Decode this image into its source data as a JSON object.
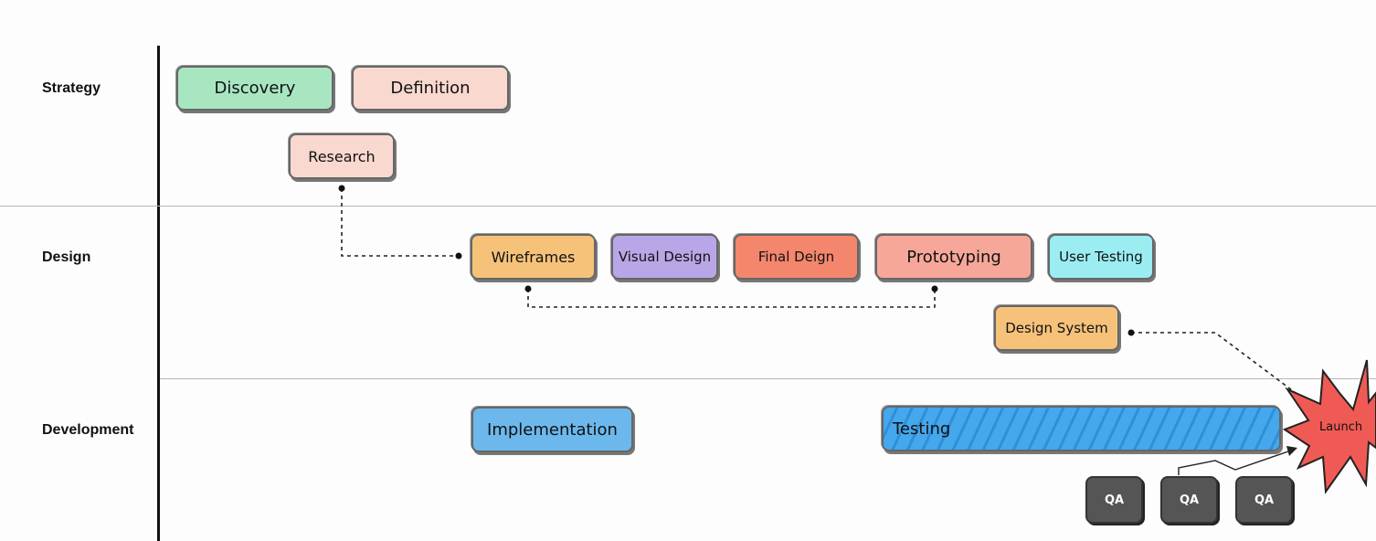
{
  "lanes": {
    "strategy": "Strategy",
    "design": "Design",
    "development": "Development"
  },
  "tasks": {
    "discovery": "Discovery",
    "definition": "Definition",
    "research": "Research",
    "wireframes": "Wireframes",
    "visual_design": "Visual Design",
    "final_design": "Final Deign",
    "prototyping": "Prototyping",
    "user_testing": "User Testing",
    "design_system": "Design System",
    "implementation": "Implementation",
    "testing": "Testing",
    "qa_1": "QA",
    "qa_2": "QA",
    "qa_3": "QA"
  },
  "milestone": {
    "launch": "Launch"
  },
  "colors": {
    "discovery": "#a8e6c2",
    "definition": "#f9d8cf",
    "research": "#f9d8cf",
    "wireframes": "#f6c27a",
    "visual_design": "#b9a6e6",
    "final_design": "#f5866e",
    "prototyping": "#f7a799",
    "user_testing": "#9bedf2",
    "design_system": "#f6c27a",
    "implementation": "#6cb8ec",
    "testing": "#45a7ec",
    "qa": "#555555",
    "launch": "#f05a55"
  }
}
